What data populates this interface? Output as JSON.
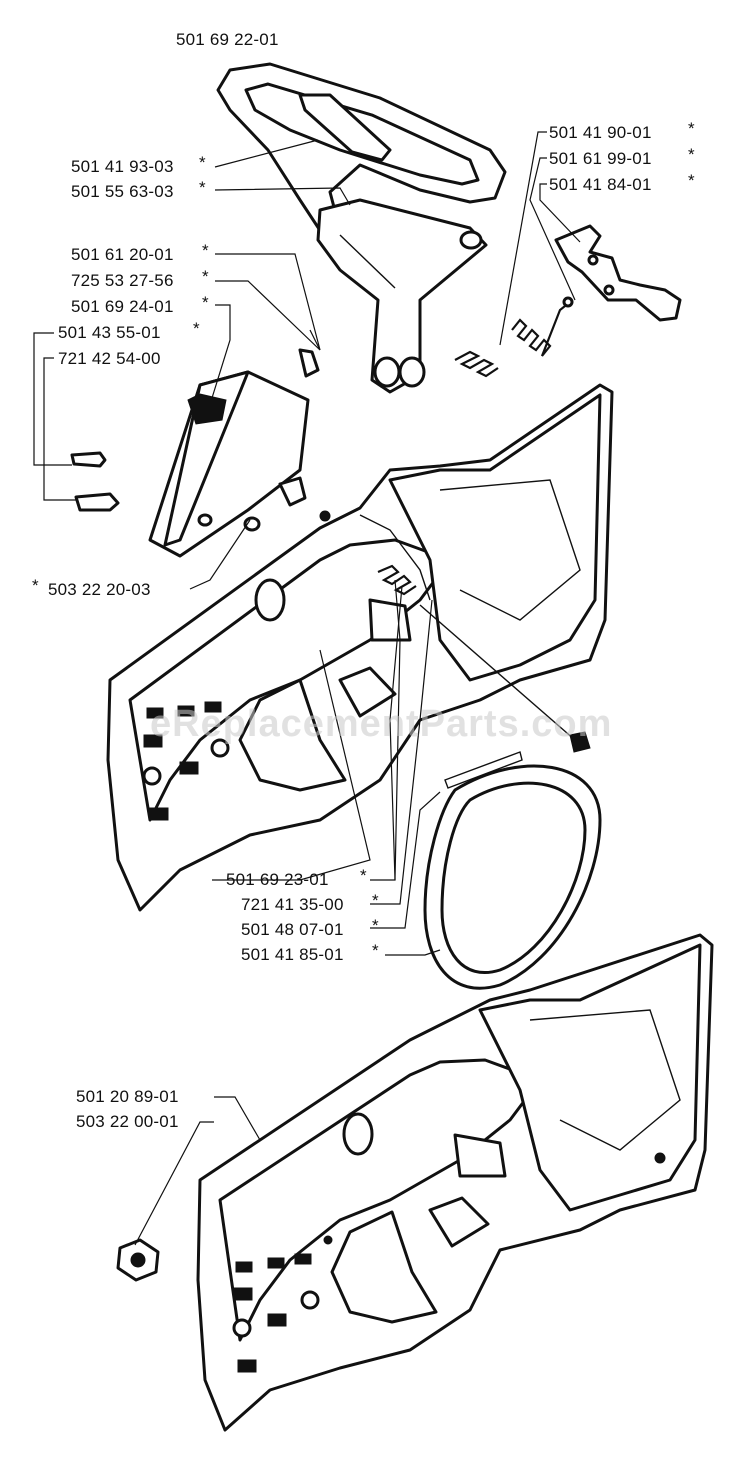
{
  "labels": {
    "top_handle": "501 69 22-01",
    "l_41_93": "501 41 93-03",
    "l_55_63": "501 55 63-03",
    "r_41_90": "501 41 90-01",
    "r_61_99": "501 61 99-01",
    "r_41_84": "501 41 84-01",
    "l_61_20": "501 61 20-01",
    "l_725_53": "725 53 27-56",
    "l_69_24": "501 69 24-01",
    "l_43_55": "501 43 55-01",
    "l_721_42": "721 42 54-00",
    "l_503_22_20": "503 22 20-03",
    "l_69_23": "501 69 23-01",
    "l_721_41": "721 41 35-00",
    "l_48_07": "501 48 07-01",
    "l_41_85": "501 41 85-01",
    "l_20_89": "501 20 89-01",
    "l_503_22_00": "503 22 00-01",
    "star": "*"
  },
  "watermark": "eReplacementParts.com"
}
